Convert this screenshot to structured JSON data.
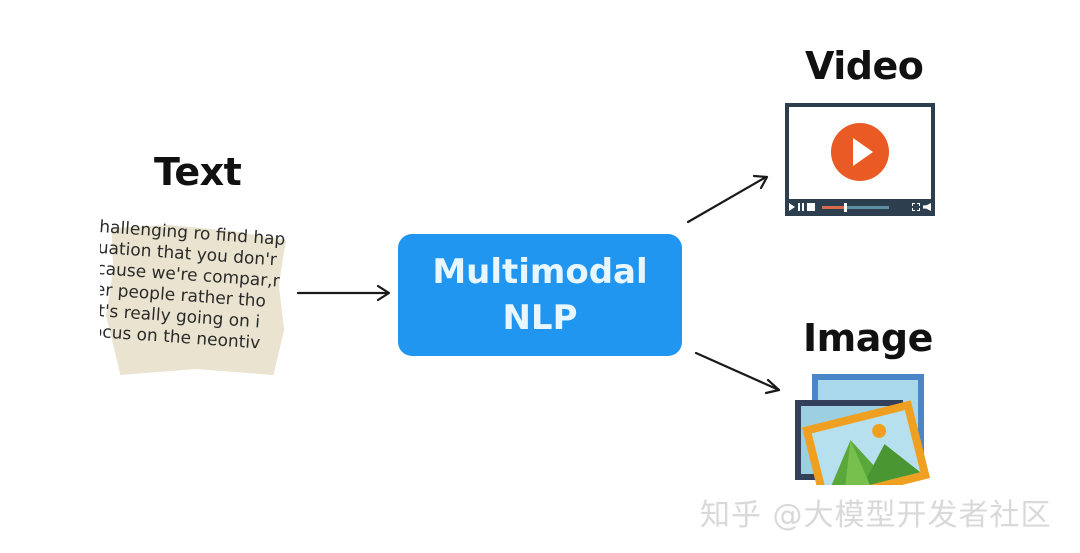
{
  "diagram": {
    "title": "Multimodal NLP",
    "input": {
      "label": "Text",
      "sample_lines": [
        "hallenging  ro find hap",
        "uation that you don'r",
        "cause we're compar,r",
        "er people rather tho",
        "it's really going on i",
        "ocus on the neontiv"
      ]
    },
    "center": {
      "line1": "Multimodal",
      "line2": "NLP",
      "color": "#2196f0"
    },
    "outputs": [
      {
        "label": "Video",
        "icon": "video-player-icon",
        "accent": "#ea5a25"
      },
      {
        "label": "Image",
        "icon": "image-gallery-icon",
        "accent": "#f0a020"
      }
    ],
    "edges": [
      {
        "from": "Text",
        "to": "Multimodal NLP"
      },
      {
        "from": "Multimodal NLP",
        "to": "Video"
      },
      {
        "from": "Multimodal NLP",
        "to": "Image"
      }
    ]
  },
  "watermark": "知乎 @大模型开发者社区"
}
